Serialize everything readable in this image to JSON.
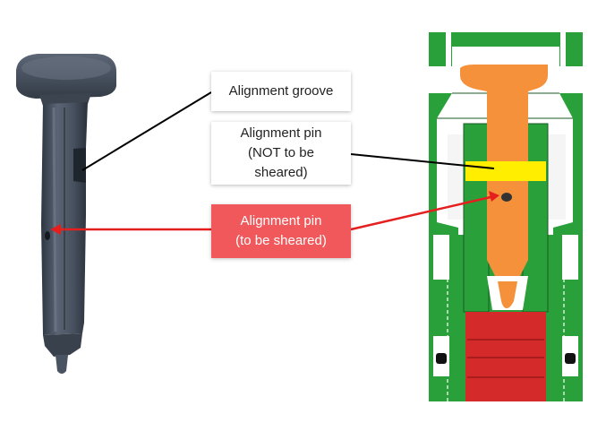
{
  "callouts": {
    "groove": {
      "label": "Alignment groove"
    },
    "pin_not_sheared": {
      "label": "Alignment pin\n(NOT to be\nsheared)"
    },
    "pin_sheared": {
      "label": "Alignment pin\n(to be sheared)"
    }
  },
  "colors": {
    "housing": "#2aa03a",
    "pin": "#f4913a",
    "shear_band": "#ffee00",
    "seal": "#d42a2a",
    "callout_red": "#f0585b",
    "pointer_red": "#e51e1e",
    "pointer_black": "#000000",
    "photo_pin": "#4c5563"
  },
  "icons": {
    "photo": "alignment-pin-photo",
    "section": "cross-section-drawing"
  }
}
